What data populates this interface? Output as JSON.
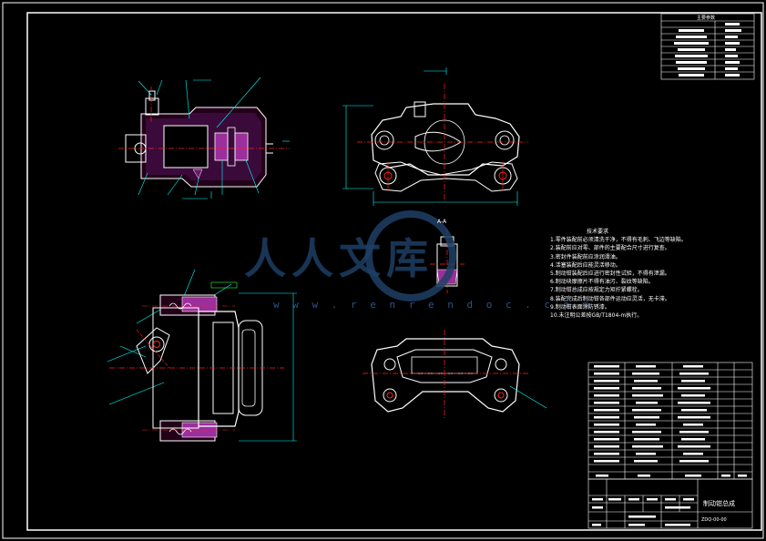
{
  "drawing": {
    "watermark_cn": "人人文库",
    "watermark_url": "w w w . r e n r e n d o c . c o m",
    "section_label": "A-A",
    "colors": {
      "frame": "#ffffff",
      "cyan": "#00ffff",
      "red": "#ff2020",
      "magenta": "#ff40ff",
      "green": "#33ff33",
      "yellow": "#ffff33",
      "watermark": "#1e3f66"
    }
  },
  "tech_notes": {
    "title": "技术要求",
    "lines": [
      "1.零件装配前必须清洗干净，不得有毛刺、飞边等缺陷。",
      "2.装配前应对零、部件的主要配合尺寸进行复查。",
      "3.密封件装配前应涂润滑油。",
      "4.活塞装配后应能灵活移动。",
      "5.制动钳装配后应进行密封性试验，不得有泄漏。",
      "6.制动块摩擦片不得有油污、裂纹等缺陷。",
      "7.制动钳总成应按规定力矩拧紧螺栓。",
      "8.装配完成后制动钳各部件运动应灵活，无卡滞。",
      "9.制动钳表面涂防锈漆。",
      "10.未注明公差按GB/T1804-m执行。"
    ]
  },
  "title_block": {
    "drawing_title": "制动钳总成",
    "drawing_code": "ZDQ-00-00"
  },
  "parameter_table": {
    "title": "主要参数"
  }
}
